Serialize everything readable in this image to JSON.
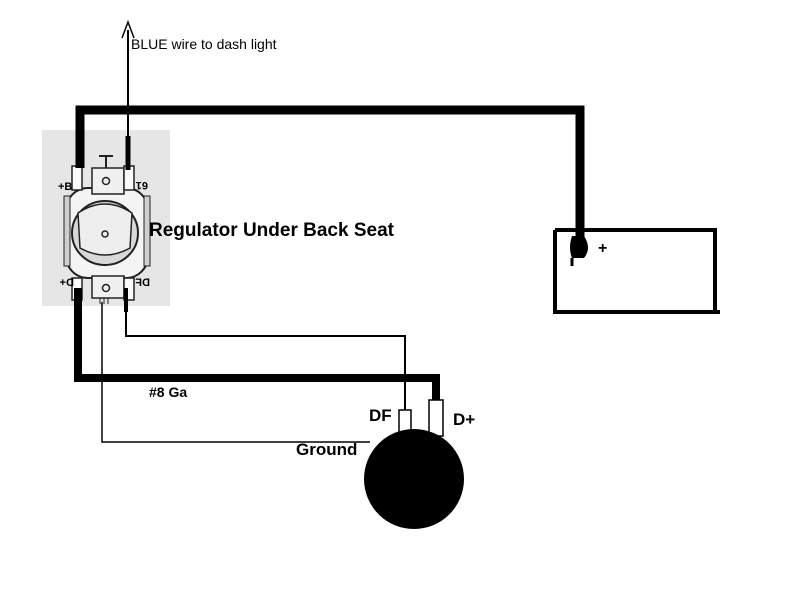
{
  "labels": {
    "blue_wire": "BLUE wire to dash light",
    "regulator": "Regulator Under Back Seat",
    "gauge": "#8 Ga",
    "df": "DF",
    "d_plus": "D+",
    "ground": "Ground",
    "battery_plus": "+"
  },
  "regulator_terminals": {
    "b_plus": "+B",
    "terminal_61": "61",
    "d_plus": "D+",
    "df": "DF"
  },
  "colors": {
    "wire": "#000000",
    "regulator_photo_bg": "#e6e6e6"
  }
}
